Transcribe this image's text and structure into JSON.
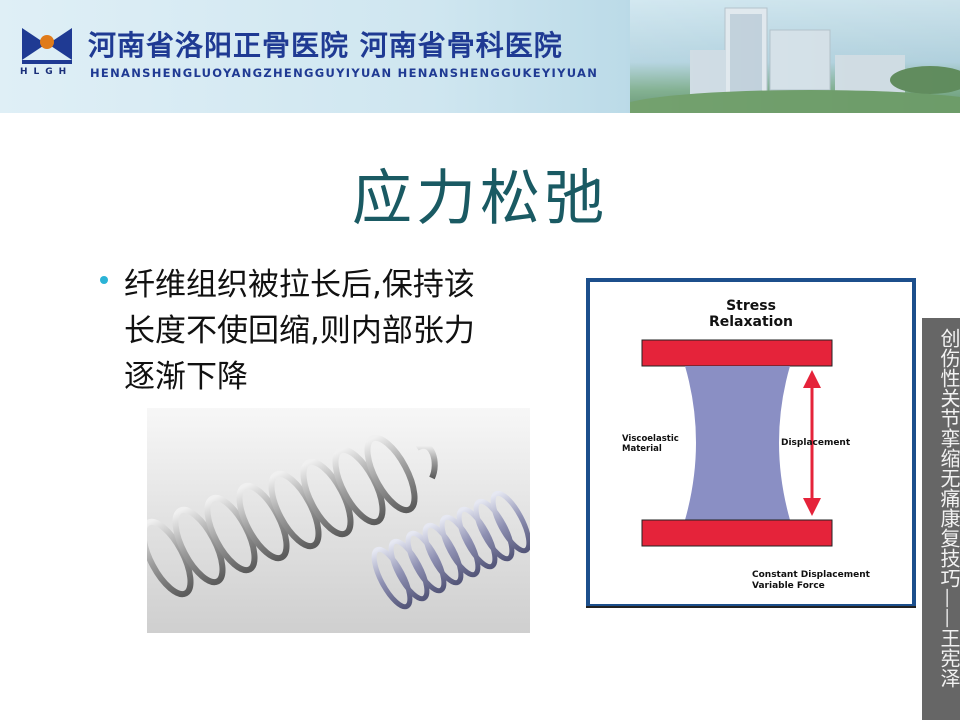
{
  "header": {
    "logo_text": "HLGH",
    "hospital_cn": "河南省洛阳正骨医院 河南省骨科医院",
    "hospital_en": "HENANSHENGLUOYANGZHENGGUYIYUAN  HENANSHENGGUKEYIYUAN"
  },
  "slide": {
    "title": "应力松弛",
    "bullet": "纤维组织被拉长后,保持该长度不使回缩,则内部张力逐渐下降"
  },
  "diagram": {
    "title_line1": "Stress",
    "title_line2": "Relaxation",
    "material_line1": "Viscoelastic",
    "material_line2": "Material",
    "displacement": "Displacement",
    "caption_line1": "Constant Displacement",
    "caption_line2": "Variable Force",
    "colors": {
      "plate": "#e5233a",
      "body": "#8a8fc4",
      "arrow": "#e5233a",
      "frame": "#1c4f8c"
    }
  },
  "side_caption": "创伤性关节挛缩无痛康复技巧——王宪泽"
}
